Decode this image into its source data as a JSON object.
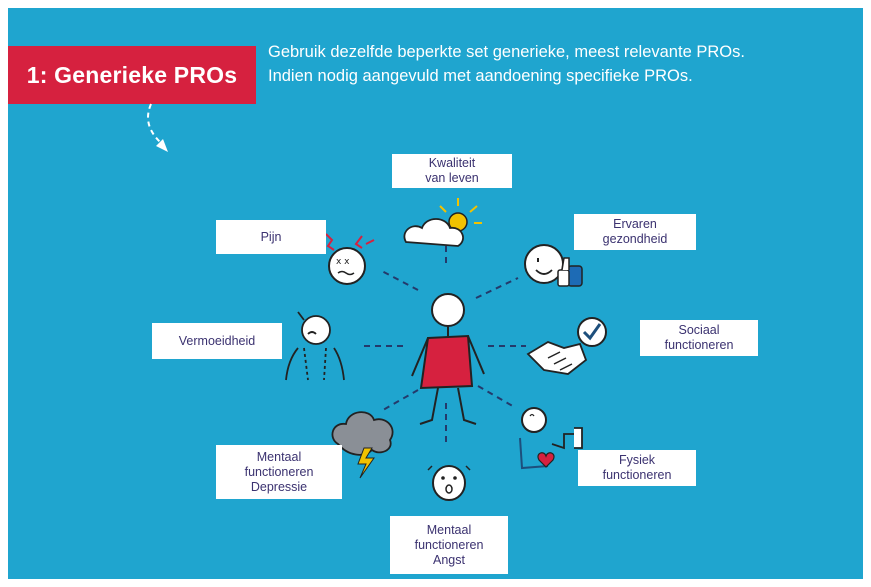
{
  "header": {
    "badge": "1: Generieke PROs",
    "line1": "Gebruik dezelfde beperkte set generieke, meest relevante PROs.",
    "line2": "Indien nodig aangevuld met aandoening specifieke PROs."
  },
  "labels": {
    "kwaliteit": "Kwaliteit\nvan leven",
    "pijn": "Pijn",
    "ervaren": "Ervaren\ngezondheid",
    "vermoeidheid": "Vermoeidheid",
    "sociaal": "Sociaal\nfunctioneren",
    "mentaal_depressie": "Mentaal\nfunctioneren\nDepressie",
    "fysiek": "Fysiek\nfunctioneren",
    "mentaal_angst": "Mentaal\nfunctioneren\nAngst"
  },
  "colors": {
    "background": "#1fa5cf",
    "accent": "#d6213f",
    "label_text": "#3b3270",
    "label_bg": "#ffffff"
  }
}
